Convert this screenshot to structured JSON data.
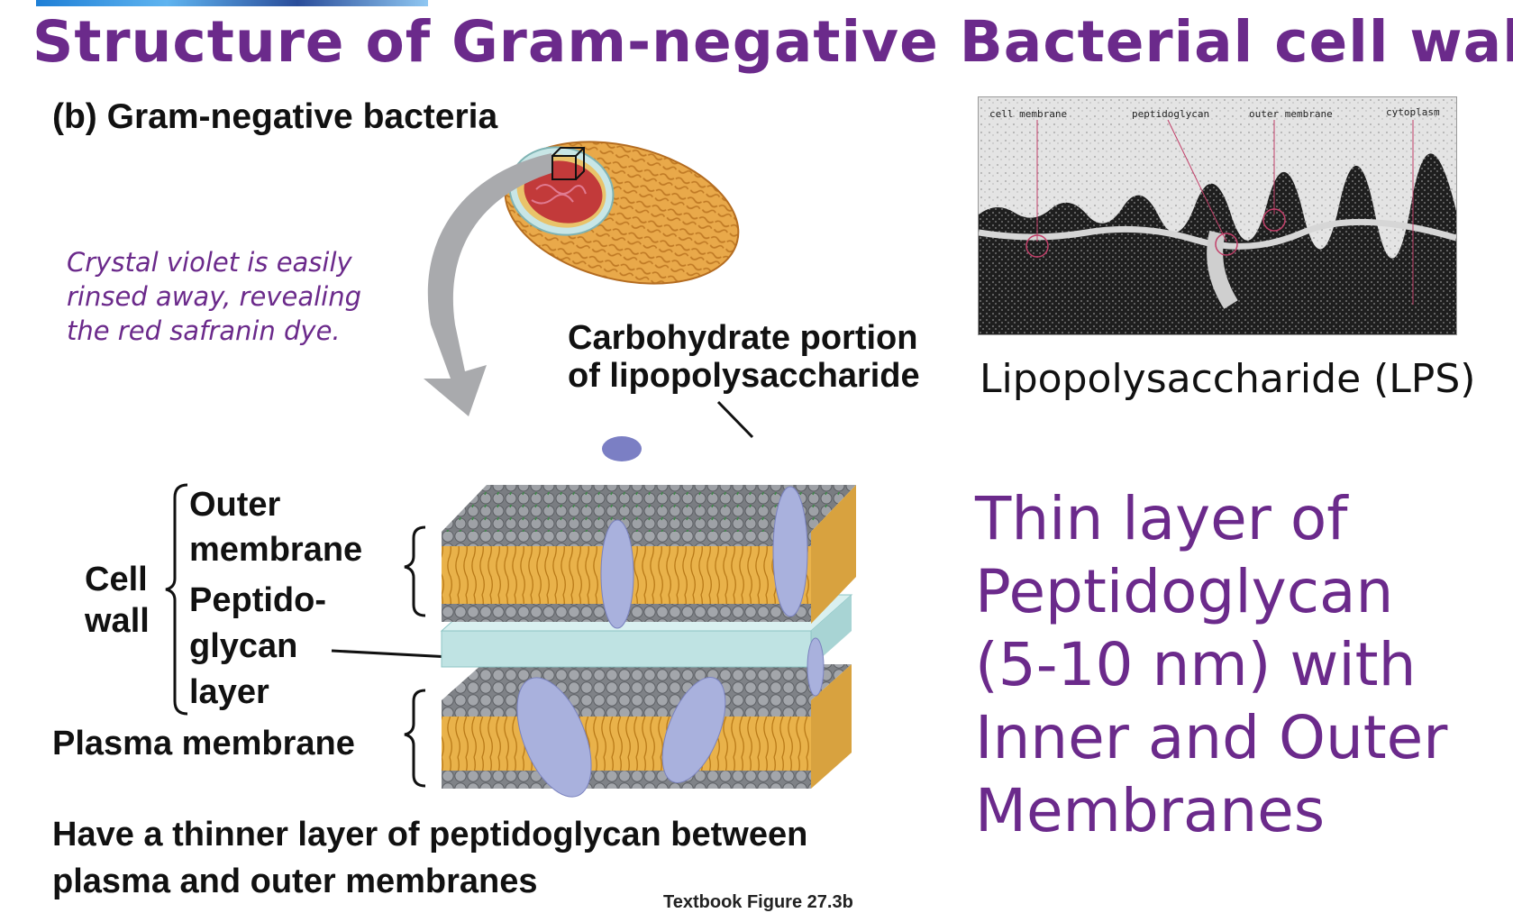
{
  "title": "Structure of Gram-negative Bacterial cell wall",
  "subtitle": "(b) Gram-negative bacteria",
  "note": {
    "line1": "Crystal violet is easily",
    "line2": "rinsed away, revealing",
    "line3": "the red safranin dye."
  },
  "diagram_labels": {
    "carbohydrate_line1": "Carbohydrate portion",
    "carbohydrate_line2": "of lipopolysaccharide",
    "outer": "Outer",
    "membrane": "membrane",
    "peptido": "Peptido-",
    "glycan": "glycan",
    "layer": "layer",
    "cell": "Cell",
    "wall": "wall",
    "plasma_membrane": "Plasma membrane"
  },
  "micrograph_labels": {
    "cell_membrane": "cell membrane",
    "peptidoglycan": "peptidoglycan",
    "outer_membrane": "outer membrane",
    "cytoplasm": "cytoplasm"
  },
  "lps_caption": "Lipopolysaccharide (LPS)",
  "description": {
    "line1": "Thin layer of",
    "line2": "Peptidoglycan",
    "line3": "(5-10 nm) with",
    "line4": "Inner and Outer",
    "line5": "Membranes"
  },
  "footer": {
    "line1": "Have a thinner layer of peptidoglycan between",
    "line2": "plasma and outer membranes"
  },
  "figure_ref": "Textbook Figure 27.3b",
  "colors": {
    "accent_purple": "#6b2a8b",
    "lipid_orange": "#e9b24a",
    "head_gray": "#8c8f94",
    "peptidoglycan_teal": "#bfe3e3",
    "protein_lavender": "#a9b1dd"
  }
}
